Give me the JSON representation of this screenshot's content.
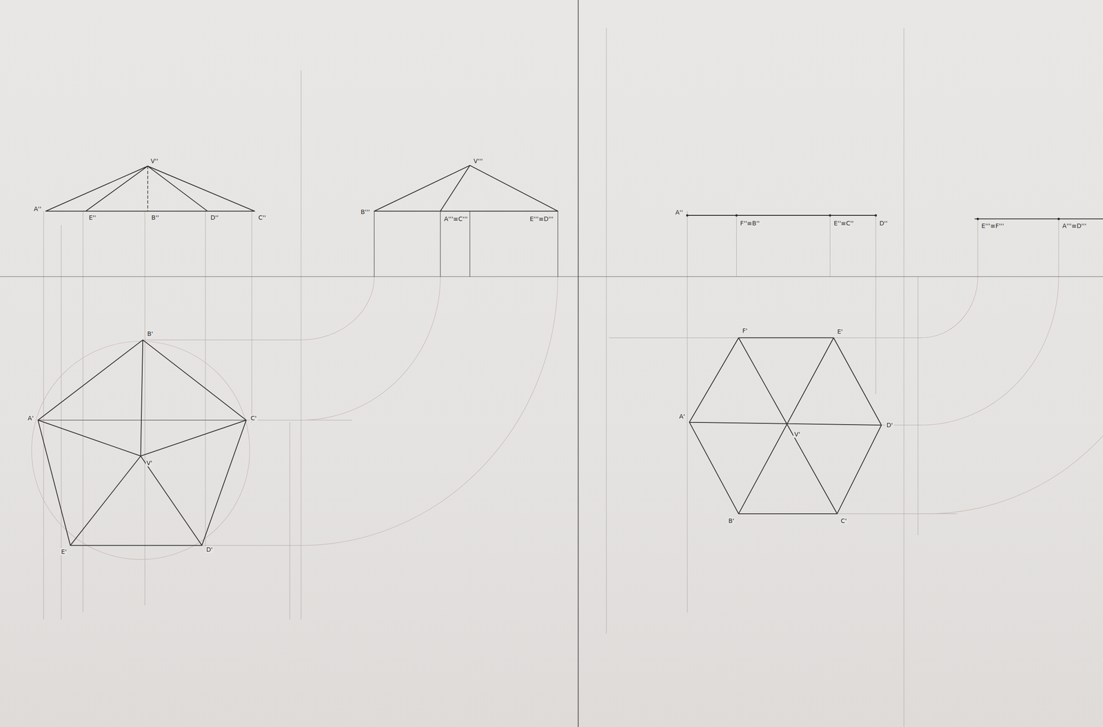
{
  "diagram": {
    "labels": [
      "V''",
      "A''",
      "E''",
      "B''",
      "D''",
      "C''",
      "V'''",
      "B'''",
      "A'''≡C'''",
      "E'''≡D'''",
      "B'",
      "A'",
      "C'",
      "V'",
      "E'",
      "D'",
      "A''",
      "F''≡B''",
      "E''≡C''",
      "D''",
      "E'''≡F'''",
      "A'''≡D'''",
      "F'",
      "E'",
      "A'",
      "V'",
      "D'",
      "B'",
      "C'"
    ]
  }
}
